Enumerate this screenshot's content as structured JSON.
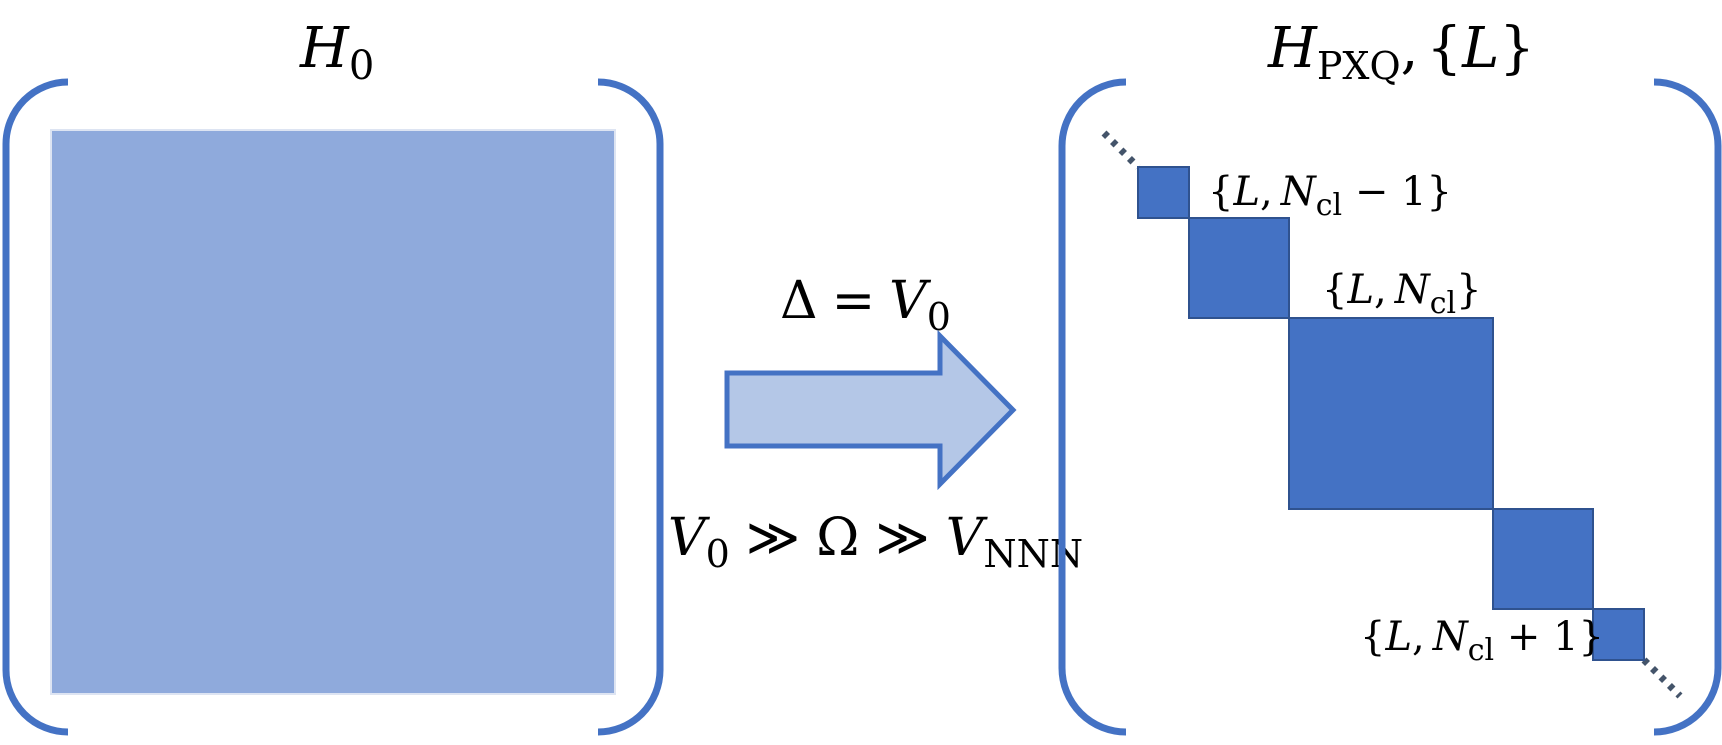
{
  "left_matrix": {
    "title": {
      "symbol": "H",
      "subscript": "0"
    }
  },
  "arrow": {
    "top_label": {
      "lhs": "Δ",
      "eq": "=",
      "rhs_symbol": "V",
      "rhs_subscript": "0"
    },
    "bottom_label": {
      "a_symbol": "V",
      "a_subscript": "0",
      "rel1": "≫",
      "omega": "Ω",
      "rel2": "≫",
      "b_symbol": "V",
      "b_subscript": "NNN"
    }
  },
  "right_matrix": {
    "title": {
      "symbol": "H",
      "subscript": "PXQ",
      "comma": ",",
      "open": "{",
      "L": "L",
      "close": "}"
    },
    "blocks": [
      {
        "label": {
          "open": "{",
          "L": "L",
          "comma": ",",
          "N": "N",
          "sub": "cl",
          "suffix": " − 1",
          "close": "}"
        }
      },
      {
        "label": null
      },
      {
        "label": {
          "open": "{",
          "L": "L",
          "comma": ",",
          "N": "N",
          "sub": "cl",
          "suffix": "",
          "close": "}"
        }
      },
      {
        "label": null
      },
      {
        "label": {
          "open": "{",
          "L": "L",
          "comma": ",",
          "N": "N",
          "sub": "cl",
          "suffix": " + 1",
          "close": "}"
        }
      }
    ]
  },
  "colors": {
    "bracket": "#4472C4",
    "left_fill": "#8FAADC",
    "block_fill": "#4472C4",
    "block_stroke": "#2F528F",
    "arrow_fill": "#B4C7E7",
    "arrow_stroke": "#4472C4",
    "dots": "#44546A"
  }
}
